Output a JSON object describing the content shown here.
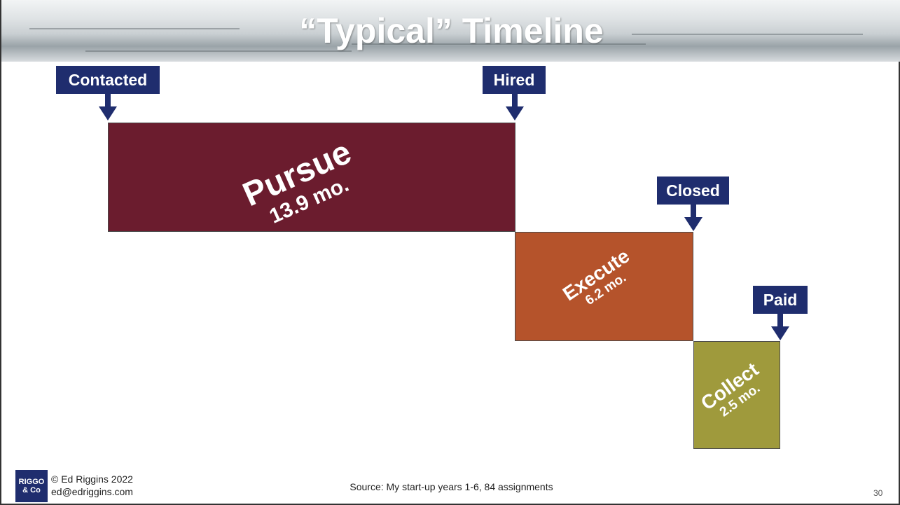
{
  "title": "“Typical” Timeline",
  "milestones": {
    "contacted": "Contacted",
    "hired": "Hired",
    "closed": "Closed",
    "paid": "Paid"
  },
  "phases": {
    "pursue": {
      "name": "Pursue",
      "duration": "13.9 mo."
    },
    "execute": {
      "name": "Execute",
      "duration": "6.2 mo."
    },
    "collect": {
      "name": "Collect",
      "duration": "2.5 mo."
    }
  },
  "colors": {
    "pursue": "#6b1c2e",
    "execute": "#b5532b",
    "collect": "#9f9a3c",
    "milestone": "#1f2d6e"
  },
  "footer": {
    "logo_line1": "RIGGO",
    "logo_line2": "& Co",
    "copyright": "© Ed Riggins 2022",
    "email": "ed@edriggins.com",
    "source": "Source: My start-up years 1-6, 84 assignments",
    "page_number": "30"
  }
}
